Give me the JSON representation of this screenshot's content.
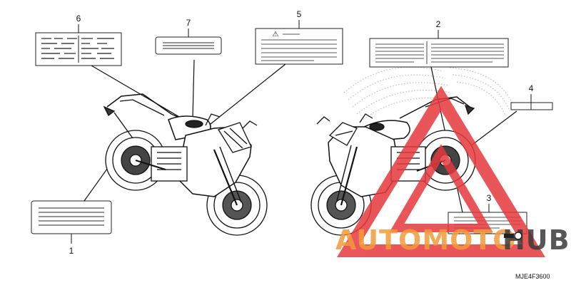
{
  "callouts": [
    {
      "id": "1",
      "label": "1"
    },
    {
      "id": "2",
      "label": "2"
    },
    {
      "id": "3",
      "label": "3"
    },
    {
      "id": "4",
      "label": "4"
    },
    {
      "id": "5",
      "label": "5"
    },
    {
      "id": "6",
      "label": "6"
    },
    {
      "id": "7",
      "label": "7"
    }
  ],
  "diagram_code": "MJE4F3600",
  "watermark": {
    "text_accent": "AUTOMOTO",
    "text_dark": "HUB",
    "accent_color": "#f39b3a",
    "dark_color": "#3a3a3a",
    "triangle_color": "#e6393d"
  },
  "warning_symbol": "⚠"
}
